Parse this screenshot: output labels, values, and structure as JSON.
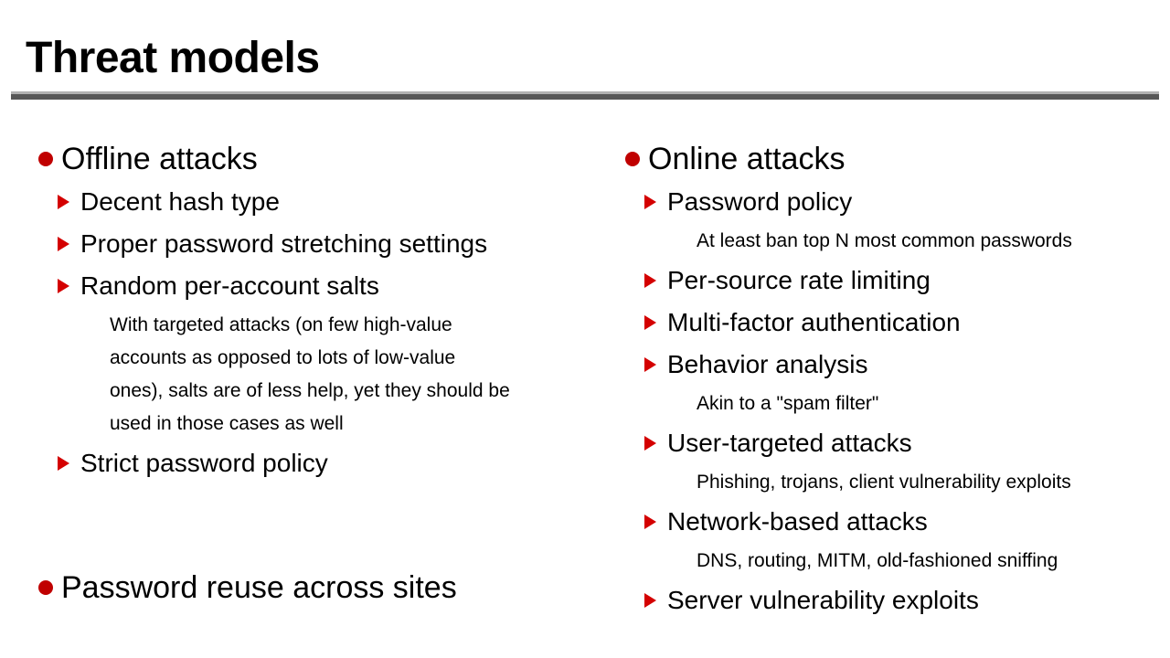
{
  "slide": {
    "title": "Threat models",
    "background": "#ffffff",
    "text_color": "#000000",
    "rule_top_color": "#b2b2b2",
    "rule_bottom_color": "#575757",
    "bullet_circle_color": "#c00000",
    "bullet_triangle_color": "#d40000"
  },
  "left_column": {
    "items": [
      {
        "level": 1,
        "text": "Offline attacks"
      },
      {
        "level": 2,
        "text": "Decent hash type"
      },
      {
        "level": 2,
        "text": "Proper password stretching settings"
      },
      {
        "level": 2,
        "text": "Random per-account salts"
      },
      {
        "level": 3,
        "text": "With targeted attacks (on few high-value\naccounts as opposed to lots of low-value\nones), salts are of less help, yet they should be\nused in those cases as well"
      },
      {
        "level": 2,
        "text": "Strict password policy"
      },
      {
        "level": 1,
        "text": "Password reuse across sites"
      }
    ]
  },
  "right_column": {
    "items": [
      {
        "level": 1,
        "text": "Online attacks"
      },
      {
        "level": 2,
        "text": "Password policy"
      },
      {
        "level": 3,
        "text": "At least ban top N most common passwords"
      },
      {
        "level": 2,
        "text": "Per-source rate limiting"
      },
      {
        "level": 2,
        "text": "Multi-factor authentication"
      },
      {
        "level": 2,
        "text": "Behavior analysis"
      },
      {
        "level": 3,
        "text": "Akin to a \"spam filter\""
      },
      {
        "level": 2,
        "text": "User-targeted attacks"
      },
      {
        "level": 3,
        "text": "Phishing, trojans, client vulnerability exploits"
      },
      {
        "level": 2,
        "text": "Network-based attacks"
      },
      {
        "level": 3,
        "text": "DNS, routing, MITM, old-fashioned sniffing"
      },
      {
        "level": 2,
        "text": "Server vulnerability exploits"
      }
    ]
  }
}
